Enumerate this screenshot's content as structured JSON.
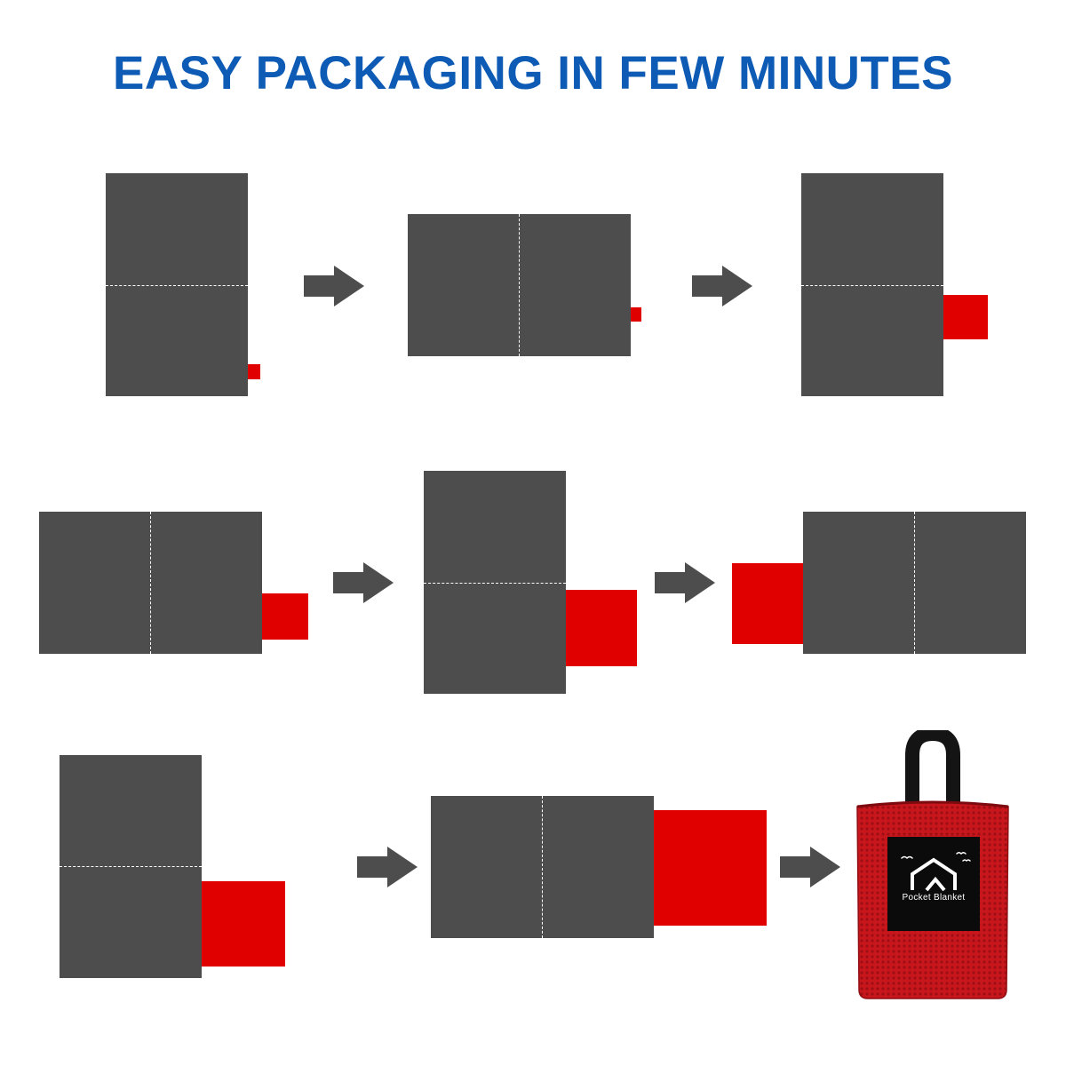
{
  "header": {
    "title": "EASY PACKAGING IN FEW MINUTES"
  },
  "colors": {
    "title": "#0d5bb5",
    "panel": "#4d4d4d",
    "accent_red": "#e10000",
    "arrow": "#4d4d4d",
    "bag_red": "#c8161d",
    "bag_label": "#0b0b0b"
  },
  "product": {
    "label_text": "Pocket Blanket",
    "logo_icon": "mountain-peak-icon",
    "birds_icon": "flying-birds-icon"
  },
  "steps": [
    {
      "id": 1,
      "orientation": "portrait"
    },
    {
      "id": 2,
      "orientation": "landscape"
    },
    {
      "id": 3,
      "orientation": "portrait"
    },
    {
      "id": 4,
      "orientation": "landscape"
    },
    {
      "id": 5,
      "orientation": "portrait"
    },
    {
      "id": 6,
      "orientation": "landscape"
    },
    {
      "id": 7,
      "orientation": "portrait"
    },
    {
      "id": 8,
      "orientation": "landscape"
    },
    {
      "id": 9,
      "orientation": "packed"
    }
  ]
}
